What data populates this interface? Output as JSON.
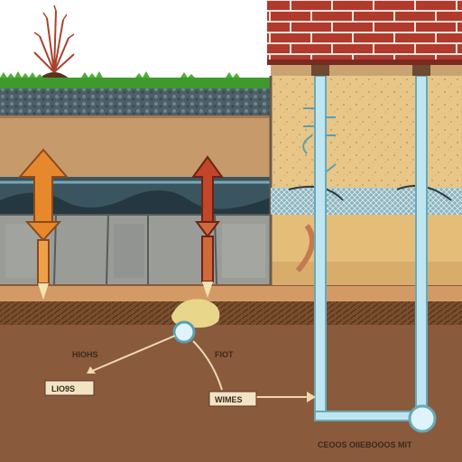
{
  "labels": {
    "label_1": "HIOHS",
    "label_2": "LIO9S",
    "label_3": "FIOT",
    "label_4": "WIMES",
    "label_5": "CEOOS OIIEBOOOS MIT"
  },
  "colors": {
    "sky": "#ffffff",
    "grass": "#3f9a2e",
    "gravel": "#4b5e66",
    "topsoil": "#c79a6c",
    "water": "#3a5560",
    "stone_blocks": "#9a9c98",
    "footing_layer": "#b58a5c",
    "subsoil": "#8a5a3c",
    "brick": "#b23a2c",
    "wall_fill": "#e7c488",
    "pipe": "#bfe6f0",
    "arrow_orange": "#e8882c",
    "arrow_red": "#c2462a"
  }
}
